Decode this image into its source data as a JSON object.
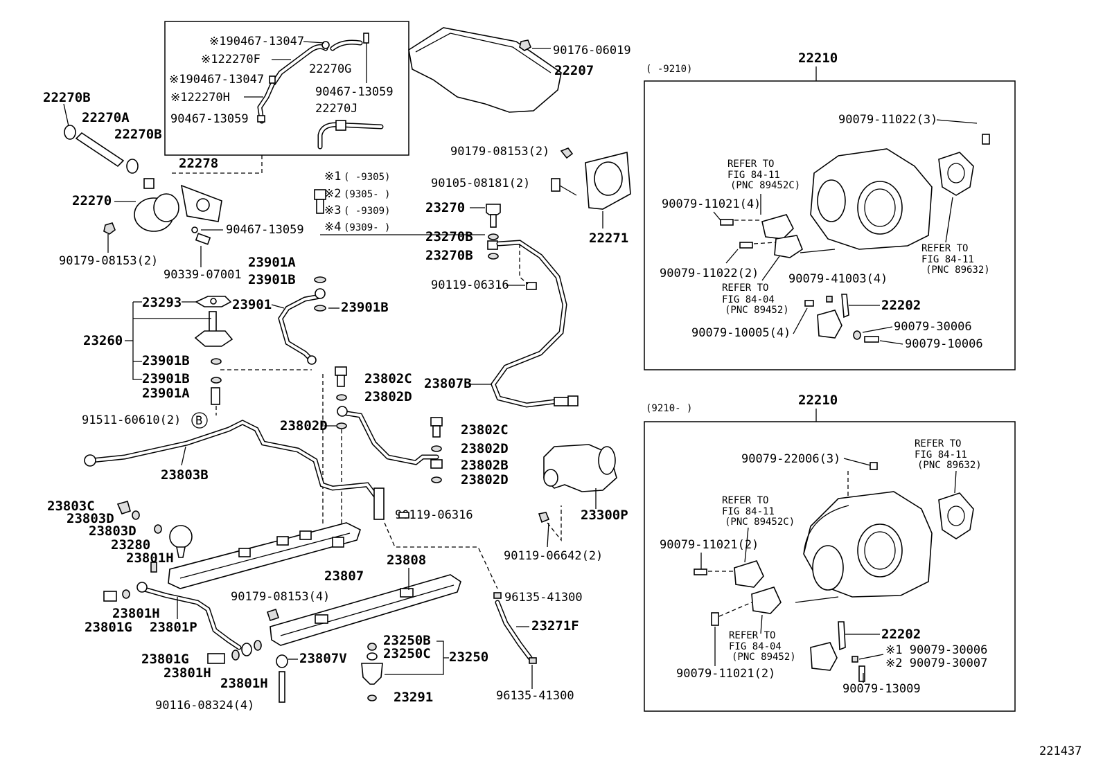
{
  "diagram": {
    "catalog_number": "221437",
    "footnotes": [
      {
        "mark": "※1",
        "text": "(     -9305)"
      },
      {
        "mark": "※2",
        "text": "(9305-     )"
      },
      {
        "mark": "※3",
        "text": "(     -9309)"
      },
      {
        "mark": "※4",
        "text": "(9309-     )"
      }
    ],
    "callout_b": "B",
    "inset_hoses": {
      "labels": [
        "※190467-13047",
        "※122270F",
        "※190467-13047",
        "※122270H",
        "90467-13059",
        "22270G",
        "90467-13059",
        "22270J"
      ]
    },
    "left_labels": {
      "l22270B_a": "22270B",
      "l22270A": "22270A",
      "l22270B_b": "22270B",
      "l22278": "22278",
      "l22270": "22270",
      "l90467_13059": "90467-13059",
      "l90179_08153": "90179-08153(2)",
      "l90339_07001": "90339-07001",
      "l23901A_a": "23901A",
      "l23901B_a": "23901B",
      "l23293": "23293",
      "l23901": "23901",
      "l23901B_b": "23901B",
      "l23260": "23260",
      "l23901B_c": "23901B",
      "l23901B_d": "23901B",
      "l23901A_b": "23901A",
      "l91511": "91511-60610(2)",
      "l23803B": "23803B",
      "l23803C": "23803C",
      "l23803D_a": "23803D",
      "l23803D_b": "23803D",
      "l23280": "23280",
      "l23801H_a": "23801H",
      "l23801H_b": "23801H",
      "l23801G_a": "23801G",
      "l23801P": "23801P",
      "l23801G_b": "23801G",
      "l23801H_c": "23801H",
      "l23801H_d": "23801H",
      "l90116": "90116-08324(4)"
    },
    "center_labels": {
      "l90176": "90176-06019",
      "l22207": "22207",
      "l90179_08153b": "90179-08153(2)",
      "l90105": "90105-08181(2)",
      "l22271": "22271",
      "l23270": "23270",
      "l23270B_a": "23270B",
      "l23270B_b": "23270B",
      "l90119_06316a": "90119-06316",
      "l23807B": "23807B",
      "l23802C_a": "23802C",
      "l23802D_a": "23802D",
      "l23802D_b": "23802D",
      "l23802C_b": "23802C",
      "l23802D_c": "23802D",
      "l23802B": "23802B",
      "l23802D_d": "23802D",
      "l90119_06316b": "90119-06316",
      "l23300P": "23300P",
      "l90119_06642": "90119-06642(2)",
      "l23807": "23807",
      "l23808": "23808",
      "l90179_08153c": "90179-08153(4)",
      "l96135_a": "96135-41300",
      "l23271F": "23271F",
      "l23250B": "23250B",
      "l23250C": "23250C",
      "l23250": "23250",
      "l23807V": "23807V",
      "l23291": "23291",
      "l96135_b": "96135-41300"
    },
    "panel_top": {
      "title": "22210",
      "range": "(      -9210)",
      "labels": {
        "a": "90079-11022(3)",
        "b1": "REFER TO",
        "b2": "FIG 84-11",
        "b3": "(PNC 89452C)",
        "c": "90079-11021(4)",
        "d": "90079-11022(2)",
        "e1": "REFER TO",
        "e2": "FIG 84-11",
        "e3": "(PNC 89632)",
        "f": "90079-41003(4)",
        "g1": "REFER TO",
        "g2": "FIG 84-04",
        "g3": "(PNC 89452)",
        "h": "22202",
        "i": "90079-30006",
        "j": "90079-10005(4)",
        "k": "90079-10006"
      }
    },
    "panel_bottom": {
      "title": "22210",
      "range": "(9210-      )",
      "labels": {
        "a": "90079-22006(3)",
        "b1": "REFER TO",
        "b2": "FIG 84-11",
        "b3": "(PNC 89632)",
        "c1": "REFER TO",
        "c2": "FIG 84-11",
        "c3": "(PNC 89452C)",
        "d": "90079-11021(2)",
        "e1": "REFER TO",
        "e2": "FIG 84-04",
        "e3": "(PNC 89452)",
        "f": "22202",
        "g": "※1  90079-30006",
        "h": "※2  90079-30007",
        "i": "90079-11021(2)",
        "j": "90079-13009"
      }
    }
  }
}
